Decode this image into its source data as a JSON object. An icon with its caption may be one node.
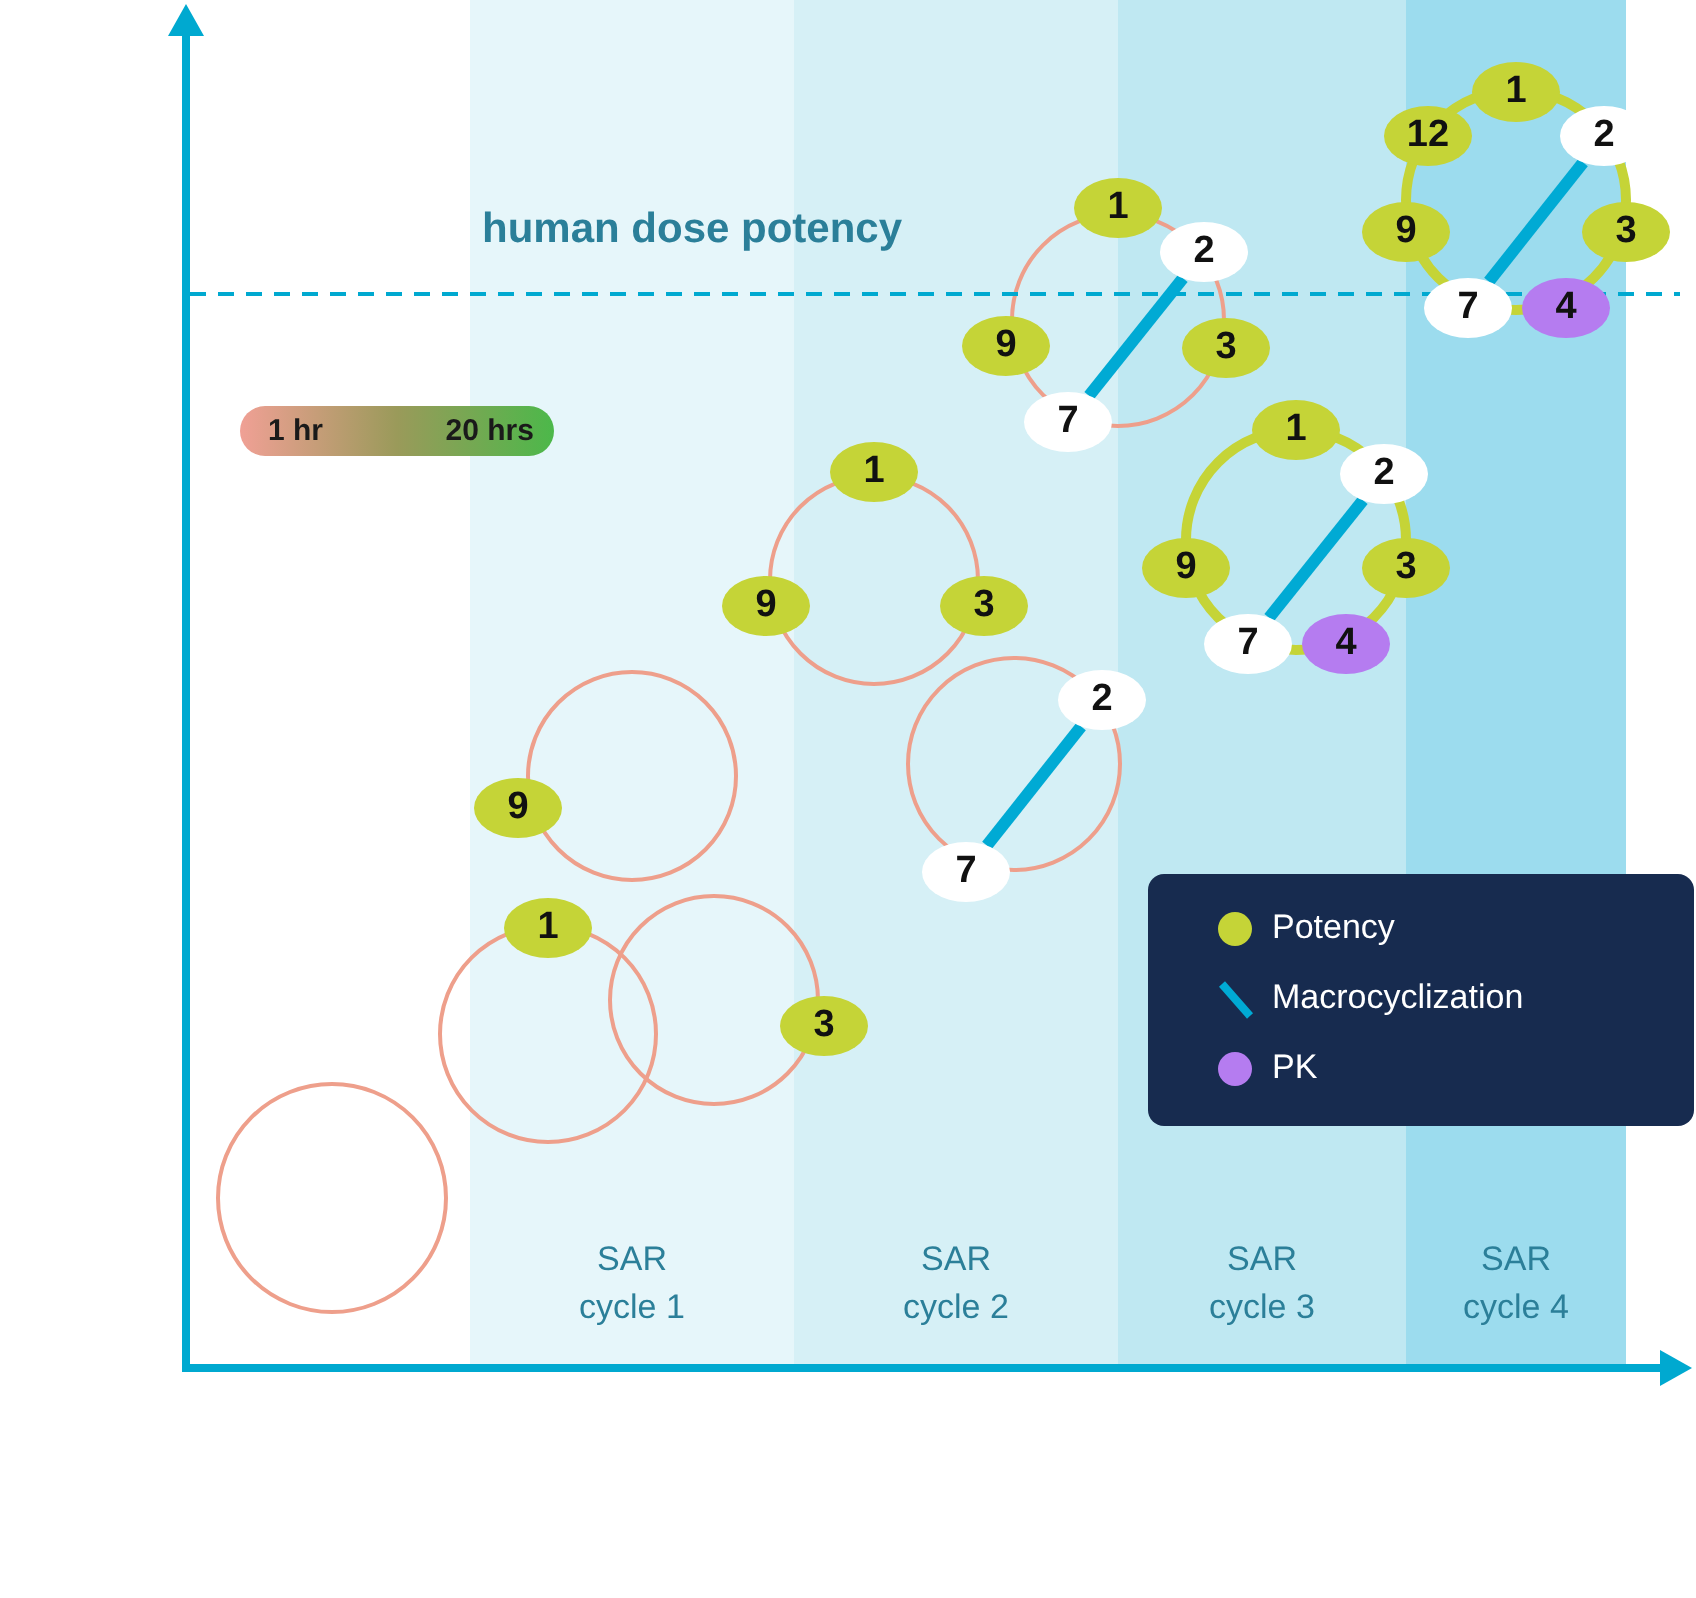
{
  "diagram": {
    "nodes": [
      {
        "text": [
          "SAR cycle 1"
        ]
      },
      {
        "text": [
          "SAR cycle 2"
        ]
      },
      {
        "text": [
          "SAR cycle 3"
        ]
      },
      {
        "text": [
          "SAR cycle 4"
        ]
      },
      {
        "text": [
          "1"
        ],
        "in": 3
      },
      {
        "text": [
          "12"
        ]
      },
      {
        "text": [
          "2"
        ]
      },
      {
        "text": [
          "1"
        ]
      },
      {
        "text": [
          "9"
        ]
      },
      {
        "text": [
          "3"
        ]
      },
      {
        "text": [
          "2"
        ],
        "in": 2
      },
      {
        "text": [
          "7"
        ],
        "in": 3
      },
      {
        "text": [
          "4"
        ],
        "in": 3
      },
      {
        "text": [
          "9"
        ],
        "in": 1
      },
      {
        "text": [
          "3"
        ],
        "in": 2
      },
      {
        "text": [
          "7"
        ],
        "in": 1
      },
      {
        "text": [
          "1"
        ],
        "in": 2
      },
      {
        "text": [
          "1"
        ],
        "in": 1
      },
      {
        "text": [
          "2"
        ]
      },
      {
        "text": [
          "9"
        ],
        "in": 2
      },
      {
        "text": [
          "3"
        ]
      },
      {
        "text": [
          "9"
        ]
      },
      {
        "text": [
          "3"
        ],
        "in": 1
      },
      {
        "text": [
          "7"
        ],
        "in": 2
      },
      {
        "text": [
          "4"
        ],
        "in": 2
      },
      {
        "text": [
          "2"
        ]
      },
      {
        "text": [
          "9"
        ],
        "in": 0
      },
      {
        "text": [
          "7"
        ],
        "in": 1
      },
      {
        "text": [
          "1"
        ],
        "in": 0
      },
      {
        "text": [
          "3"
        ]
      }
    ],
    "edges": [
      {
        "from": 15,
        "to": 10,
        "arrow": "none"
      },
      {
        "from": 27,
        "to": 25,
        "arrow": "none"
      },
      {
        "from": 23,
        "to": 18,
        "arrow": "none"
      },
      {
        "from": 11,
        "to": 6,
        "arrow": "none"
      }
    ],
    "labels": [
      "human dose potency",
      "1 hr",
      "20 hrs"
    ],
    "legend": [
      {
        "text": "Potency",
        "color": "#c5d437"
      },
      {
        "text": "Macrocyclization"
      },
      {
        "text": "PK",
        "color": "#b57cf0"
      }
    ]
  }
}
